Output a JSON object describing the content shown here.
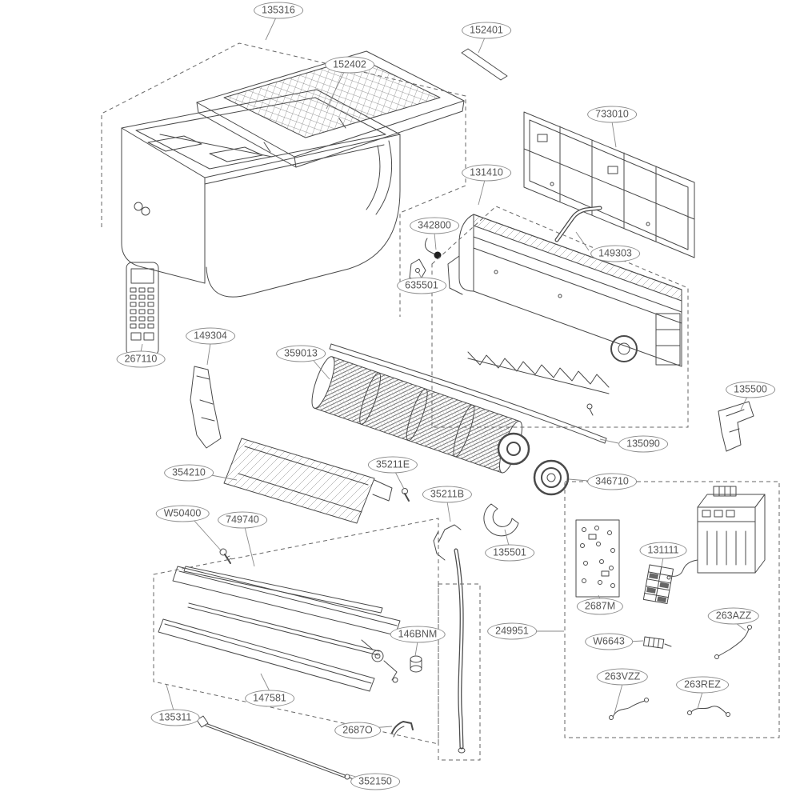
{
  "diagram": {
    "kind": "exploded-parts-diagram",
    "background": "#ffffff",
    "line_color": "#4a4a4a",
    "label_border_color": "#8f8f8f",
    "label_text_color": "#555555"
  },
  "parts": [
    "135316",
    "152401",
    "152402",
    "733010",
    "131410",
    "342800",
    "149303",
    "635501",
    "149304",
    "359013",
    "267110",
    "135500",
    "135090",
    "35211E",
    "354210",
    "346710",
    "35211B",
    "W50400",
    "749740",
    "131111",
    "135501",
    "2687M",
    "263AZZ",
    "249951",
    "146BNM",
    "W6643",
    "263VZZ",
    "263REZ",
    "147581",
    "135311",
    "2687O",
    "352150"
  ]
}
